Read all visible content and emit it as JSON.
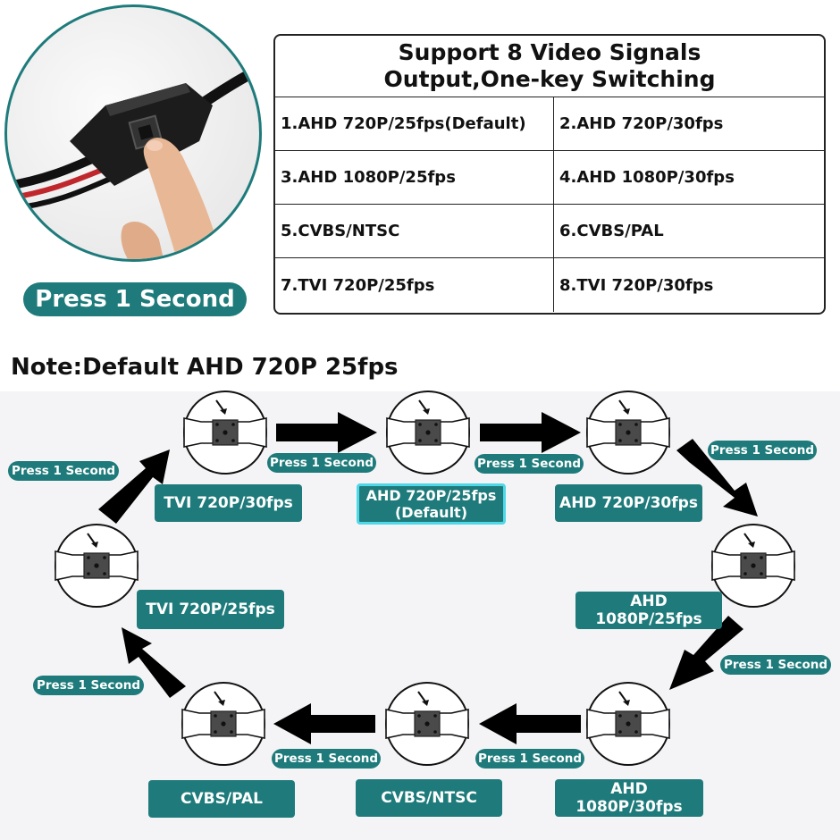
{
  "photo_label": "Press 1 Second",
  "table": {
    "title_line1": "Support 8 Video Signals",
    "title_line2": "Output,One-key Switching",
    "rows": [
      [
        "1.AHD 720P/25fps(Default)",
        "2.AHD 720P/30fps"
      ],
      [
        "3.AHD 1080P/25fps",
        "4.AHD 1080P/30fps"
      ],
      [
        "5.CVBS/NTSC",
        "6.CVBS/PAL"
      ],
      [
        "7.TVI 720P/25fps",
        "8.TVI 720P/30fps"
      ]
    ]
  },
  "note": "Note:Default AHD 720P 25fps",
  "cycle": {
    "press_label": "Press 1 Second",
    "modes": {
      "ahd720_25": "AHD 720P/25fps",
      "ahd720_25_default": "(Default)",
      "ahd720_30": "AHD 720P/30fps",
      "ahd1080_25": "AHD 1080P/25fps",
      "ahd1080_30": "AHD 1080P/30fps",
      "cvbs_ntsc": "CVBS/NTSC",
      "cvbs_pal": "CVBS/PAL",
      "tvi720_25": "TVI 720P/25fps",
      "tvi720_30": "TVI 720P/30fps"
    }
  },
  "colors": {
    "teal": "#1f7b7b",
    "highlight": "#4fd8e8"
  }
}
